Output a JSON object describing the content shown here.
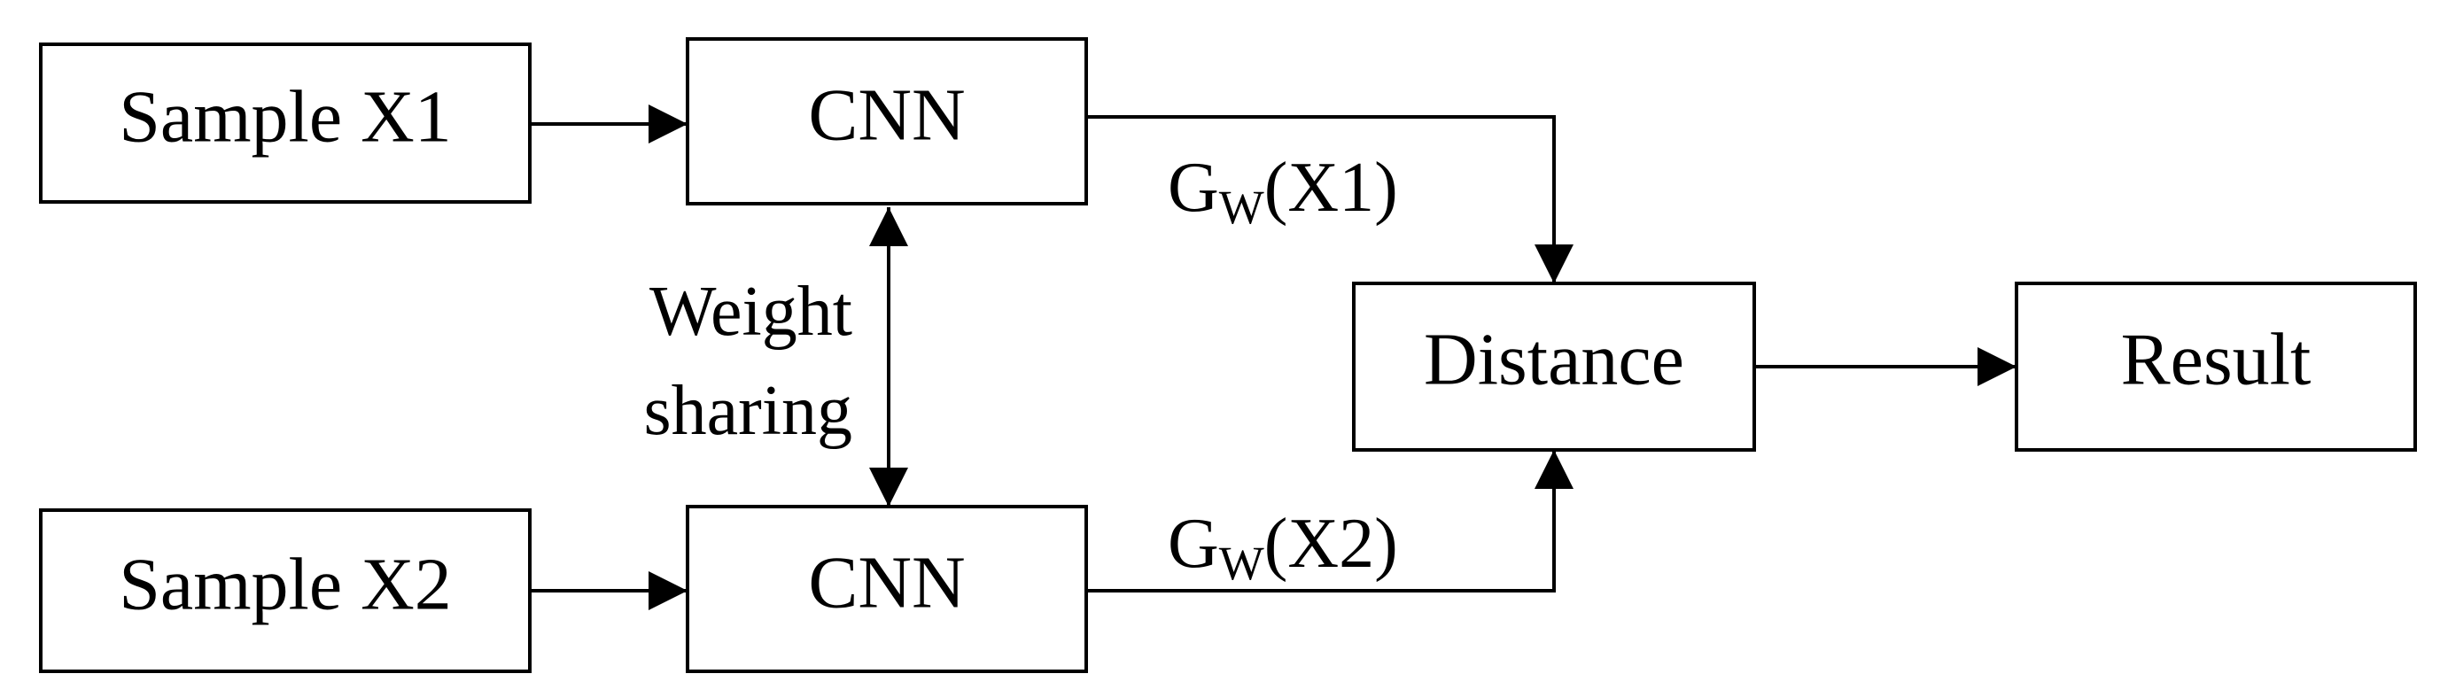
{
  "diagram": {
    "colors": {
      "stroke": "#000000",
      "background": "#ffffff",
      "text": "#000000"
    },
    "nodes": {
      "sample_x1": "Sample X1",
      "sample_x2": "Sample X2",
      "cnn_top": "CNN",
      "cnn_bottom": "CNN",
      "distance": "Distance",
      "result": "Result"
    },
    "edges": {
      "g1": {
        "base": "G",
        "sub": "W",
        "tail": "(X1)"
      },
      "g2": {
        "base": "G",
        "sub": "W",
        "tail": "(X2)"
      },
      "weight_sharing": [
        "Weight",
        "sharing"
      ]
    }
  }
}
